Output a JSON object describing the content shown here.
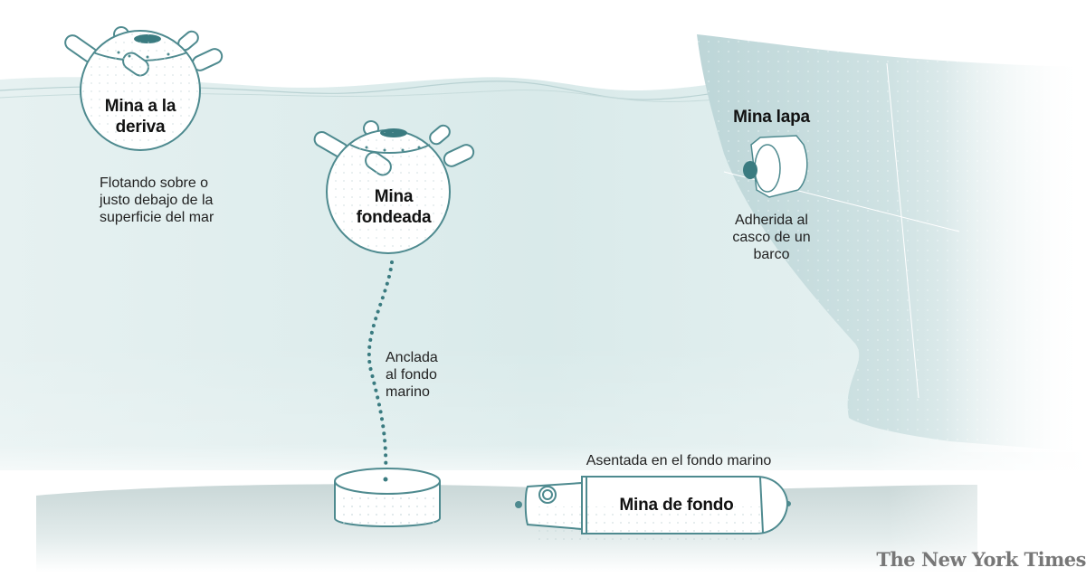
{
  "colors": {
    "water": "#d8e9ea",
    "water_light": "#eef6f6",
    "seafloor": "#cfdcdc",
    "outline": "#4e8a8f",
    "accent_dark": "#3a7b80",
    "hull": "#c3dadc",
    "text": "#121212"
  },
  "mines": [
    {
      "id": "drifting",
      "title_lines": [
        "Mina a la",
        "deriva"
      ],
      "description_lines": [
        "Flotando sobre o",
        "justo debajo de la",
        "superficie del mar"
      ]
    },
    {
      "id": "moored",
      "title_lines": [
        "Mina",
        "fondeada"
      ],
      "description_lines": [
        "Anclada",
        "al fondo",
        "marino"
      ]
    },
    {
      "id": "limpet",
      "title_lines": [
        "Mina lapa"
      ],
      "description_lines": [
        "Adherida al",
        "casco de un",
        "barco"
      ]
    },
    {
      "id": "bottom",
      "title_lines": [
        "Mina de fondo"
      ],
      "description_lines": [
        "Asentada en el fondo marino"
      ]
    }
  ],
  "credit": "The New York Times"
}
